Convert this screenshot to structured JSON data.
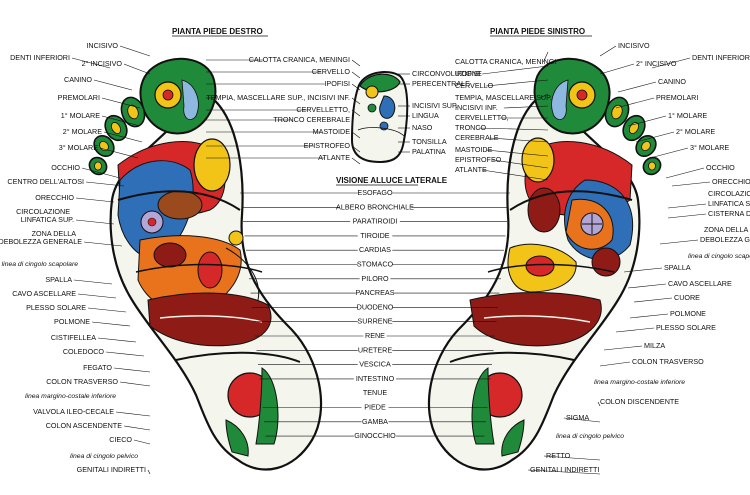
{
  "headers": {
    "right_foot": "PIANTA PIEDE DESTRO",
    "left_foot": "PIANTA PIEDE SINISTRO",
    "lateral": "VISIONE ALLUCE LATERALE"
  },
  "colors": {
    "green": "#1f8a3a",
    "red": "#d62828",
    "yellow": "#f2c417",
    "blue": "#2f6fb8",
    "lightblue": "#8fb8e0",
    "orange": "#e8731c",
    "darkred": "#8e1b16",
    "brown": "#9b4a1e",
    "lavender": "#b3a6d6",
    "pale": "#eef1e6"
  },
  "left_side_labels": [
    {
      "text": "DENTI INFERIORI",
      "style": "n"
    },
    {
      "text": "INCISIVO",
      "style": "n"
    },
    {
      "text": "2° INCISIVO",
      "style": "n"
    },
    {
      "text": "CANINO",
      "style": "n"
    },
    {
      "text": "PREMOLARI",
      "style": "n"
    },
    {
      "text": "1° MOLARE",
      "style": "n"
    },
    {
      "text": "2° MOLARE",
      "style": "n"
    },
    {
      "text": "3° MOLARE",
      "style": "n"
    },
    {
      "text": "OCCHIO",
      "style": "n"
    },
    {
      "text": "CENTRO DELL'ALTOSI",
      "style": "n"
    },
    {
      "text": "ORECCHIO",
      "style": "n"
    },
    {
      "text": "CIRCOLAZIONE",
      "style": "n"
    },
    {
      "text": "LINFATICA SUP.",
      "style": "n"
    },
    {
      "text": "ZONA DELLA",
      "style": "n"
    },
    {
      "text": "DEBOLEZZA GENERALE",
      "style": "n"
    },
    {
      "text": "linea di cingolo scapolare",
      "style": "i"
    },
    {
      "text": "SPALLA",
      "style": "n"
    },
    {
      "text": "CAVO ASCELLARE",
      "style": "n"
    },
    {
      "text": "PLESSO SOLARE",
      "style": "n"
    },
    {
      "text": "POLMONE",
      "style": "n"
    },
    {
      "text": "CISTIFELLEA",
      "style": "n"
    },
    {
      "text": "COLEDOCO",
      "style": "n"
    },
    {
      "text": "FEGATO",
      "style": "n"
    },
    {
      "text": "COLON TRASVERSO",
      "style": "n"
    },
    {
      "text": "linea margino-costale inferiore",
      "style": "i"
    },
    {
      "text": "VALVOLA ILEO-CECALE",
      "style": "n"
    },
    {
      "text": "COLON ASCENDENTE",
      "style": "n"
    },
    {
      "text": "CIECO",
      "style": "n"
    },
    {
      "text": "linea di cingolo pelvico",
      "style": "i"
    },
    {
      "text": "GENITALI INDIRETTI",
      "style": "n"
    }
  ],
  "right_foot_top_labels": [
    "CALOTTA CRANICA, MENINGI",
    "CERVELLO",
    "IPOFISI",
    "TEMPIA, MASCELLARE SUP., INCISIVI INF.",
    "CERVELLETTO,",
    "TRONCO CEREBRALE",
    "MASTOIDE",
    "EPISTROFEO",
    "ATLANTE"
  ],
  "toe_labels": [
    "CIRCONVOLUZIONE",
    "PERECENTRALE",
    "INCISIVI SUP.",
    "LINGUA",
    "NASO",
    "TONSILLA",
    "PALATINA"
  ],
  "left_foot_top_labels": [
    "CALOTTA CRANICA, MENINGI",
    "IPOFISI",
    "CERVELLO",
    "TEMPIA, MASCELLARE SUP.",
    "INCISIVI INF.",
    "CERVELLETTO,",
    "TRONCO",
    "CEREBRALE",
    "MASTOIDE",
    "EPISTROFEO",
    "ATLANTE"
  ],
  "center_labels": [
    "ESOFAGO",
    "ALBERO BRONCHIALE",
    "PARATIROIDI",
    "TIROIDE",
    "CARDIAS",
    "STOMACO",
    "PILORO",
    "PANCREAS",
    "DUODENO",
    "SURRENE",
    "RENE",
    "URETERE",
    "VESCICA",
    "INTESTINO",
    "TENUE",
    "PIEDE",
    "GAMBA",
    "GINOCCHIO"
  ],
  "right_side_labels": [
    {
      "text": "INCISIVO",
      "style": "n"
    },
    {
      "text": "DENTI INFERIORI",
      "style": "n"
    },
    {
      "text": "2° INCISIVO",
      "style": "n"
    },
    {
      "text": "CANINO",
      "style": "n"
    },
    {
      "text": "PREMOLARI",
      "style": "n"
    },
    {
      "text": "1° MOLARE",
      "style": "n"
    },
    {
      "text": "2° MOLARE",
      "style": "n"
    },
    {
      "text": "3° MOLARE",
      "style": "n"
    },
    {
      "text": "OCCHIO",
      "style": "n"
    },
    {
      "text": "ORECCHIO",
      "style": "n"
    },
    {
      "text": "CIRCOLAZIONE",
      "style": "n"
    },
    {
      "text": "LINFATICA SUP.",
      "style": "n"
    },
    {
      "text": "CISTERNA DEL PEQUET",
      "style": "n"
    },
    {
      "text": "ZONA DELLA",
      "style": "n"
    },
    {
      "text": "DEBOLEZZA GENERALE",
      "style": "n"
    },
    {
      "text": "linea di cingolo scapolare",
      "style": "i"
    },
    {
      "text": "SPALLA",
      "style": "n"
    },
    {
      "text": "CAVO ASCELLARE",
      "style": "n"
    },
    {
      "text": "CUORE",
      "style": "n"
    },
    {
      "text": "POLMONE",
      "style": "n"
    },
    {
      "text": "PLESSO SOLARE",
      "style": "n"
    },
    {
      "text": "MILZA",
      "style": "n"
    },
    {
      "text": "COLON TRASVERSO",
      "style": "n"
    },
    {
      "text": "linea margino-costale inferiore",
      "style": "i"
    },
    {
      "text": "COLON DISCENDENTE",
      "style": "n"
    },
    {
      "text": "SIGMA",
      "style": "n"
    },
    {
      "text": "linea di cingolo pelvico",
      "style": "i"
    },
    {
      "text": "RETTO",
      "style": "n"
    },
    {
      "text": "GENITALI INDIRETTI",
      "style": "n"
    }
  ]
}
